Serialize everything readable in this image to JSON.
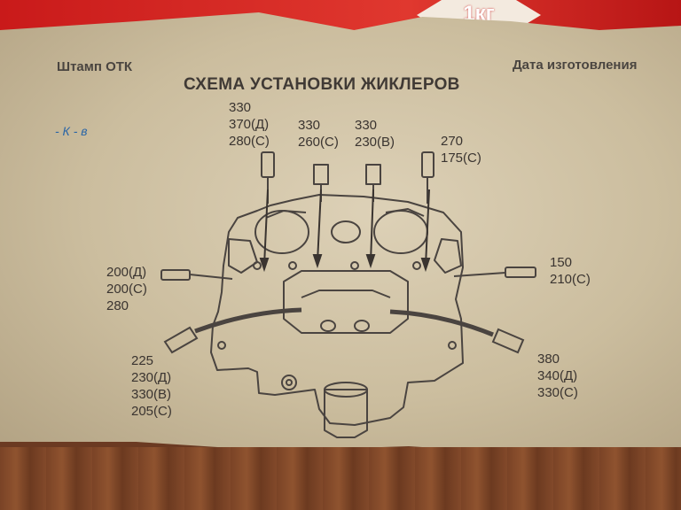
{
  "bag": {
    "logo_text": "1кг"
  },
  "header": {
    "stamp_label": "Штамп ОТК",
    "date_label": "Дата изготовления",
    "title": "СХЕМА УСТАНОВКИ ЖИКЛЕРОВ"
  },
  "handwriting": "- К - в",
  "jets": {
    "top_1": [
      "330",
      "370(Д)",
      "280(С)"
    ],
    "top_2": [
      "330",
      "260(С)"
    ],
    "top_3": [
      "330",
      "230(В)"
    ],
    "top_4": [
      "270",
      "175(С)"
    ],
    "left_mid": [
      "200(Д)",
      "200(С)",
      "280"
    ],
    "right_mid": [
      "150",
      "210(С)"
    ],
    "left_bottom": [
      "225",
      "230(Д)",
      "330(В)",
      "205(С)"
    ],
    "right_bottom": [
      "380",
      "340(Д)",
      "330(С)"
    ]
  },
  "colors": {
    "paper": "#d6cab0",
    "ink": "#3a3430",
    "pen": "#2b66a6"
  }
}
